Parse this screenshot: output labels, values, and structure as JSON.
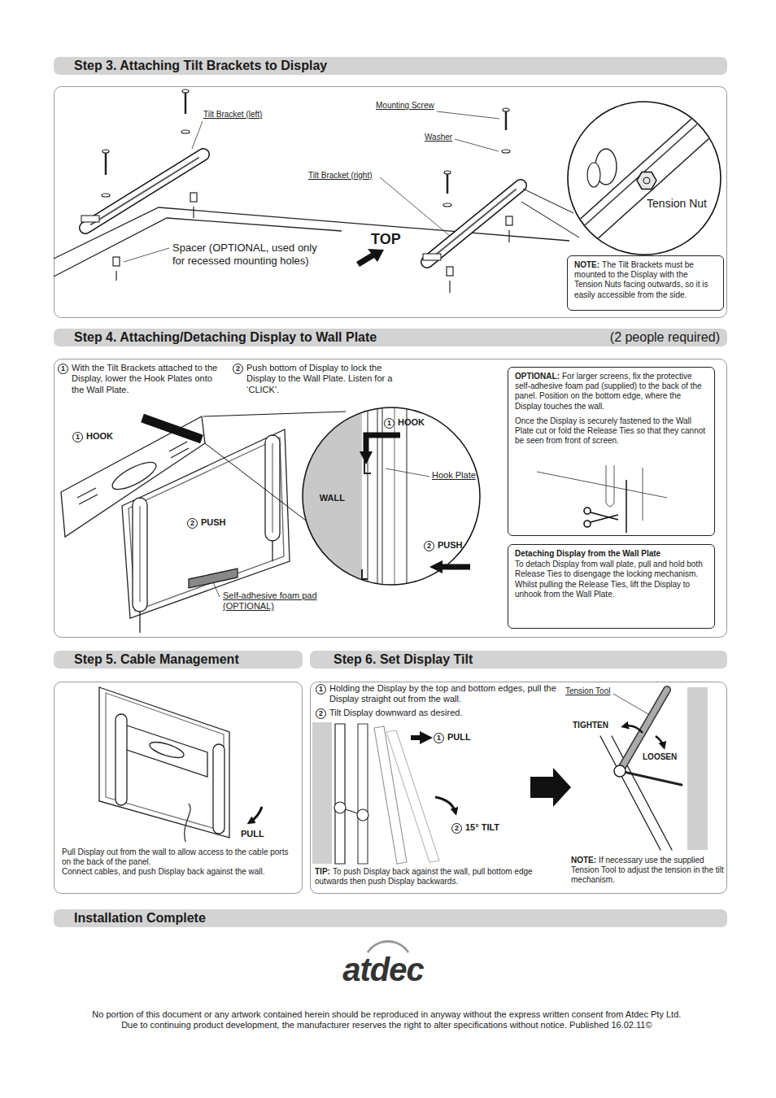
{
  "diagram": {
    "nodes": [
      {
        "text": [
          "Step 3. Attaching Tilt Brackets to Display"
        ]
      },
      {
        "text": [
          "Tension Nut"
        ]
      },
      {
        "text": [
          "NOTE:",
          "The Tilt Brackets must be mounted to the Display with the Tension Nuts facing outwards, so it is easily accessible from the side."
        ]
      },
      {
        "text": [
          "Step 4. Attaching/Detaching Display to Wall Plate",
          "(2 people required)"
        ]
      },
      {
        "text": [
          "OPTIONAL:",
          "For larger screens, fix the protective self-adhesive foam pad (supplied) to the back of the panel. Position on the bottom edge, where the Display touches the wall.",
          "Once the Display is securely fastened to the Wall Plate cut or fold the Release Ties so that they cannot be seen from front of screen."
        ]
      },
      {
        "text": [
          "Detaching Display from the Wall Plate",
          "To detach Display from wall plate, pull and hold both Release Ties to disengage the locking mechanism.",
          "Whilst pulling the Release Ties, lift the Display to unhook from the Wall Plate."
        ]
      },
      {
        "text": [
          "Step 5. Cable Management"
        ]
      },
      {
        "text": [
          "Step 6. Set Display Tilt"
        ]
      },
      {
        "text": [
          "Installation Complete"
        ]
      }
    ],
    "labels": [
      "Tilt Bracket (left)",
      "Mounting Screw",
      "Washer",
      "Tilt Bracket (right)",
      "Spacer (OPTIONAL, used only for recessed mounting holes)",
      "TOP",
      "1",
      "With the Tilt Brackets attached to the Display, lower the Hook Plates onto the Wall Plate.",
      "2",
      "Push bottom of Display to lock the Display to the Wall Plate. Listen for a ‘CLICK’.",
      "1",
      "HOOK",
      "2",
      "PUSH",
      "Self-adhesive foam pad (OPTIONAL)",
      "1",
      "HOOK",
      "Hook Plate",
      "WALL",
      "2",
      "PUSH",
      "PULL",
      "Pull Display out from the wall to allow access to the cable ports on the back of the panel.",
      "Connect cables, and push Display back against the wall.",
      "1",
      "Holding the Display by the top and bottom edges, pull the Display straight out from the wall.",
      "2",
      "Tilt Display downward as desired.",
      "1",
      "PULL",
      "2",
      "15° TILT",
      "TIP:",
      "To push Display back against the wall, pull bottom edge outwards then push Display backwards.",
      "Tension Tool",
      "TIGHTEN",
      "LOOSEN",
      "NOTE:",
      "If necessary use the supplied Tension Tool to adjust the tension in the tilt mechanism.",
      "atdec",
      "No portion of this document or any artwork contained herein should be reproduced in anyway without the express written consent from Atdec Pty Ltd.",
      "Due to continuing product development, the manufacturer reserves the right to alter specifications without notice. Published 16.02.11©"
    ]
  }
}
